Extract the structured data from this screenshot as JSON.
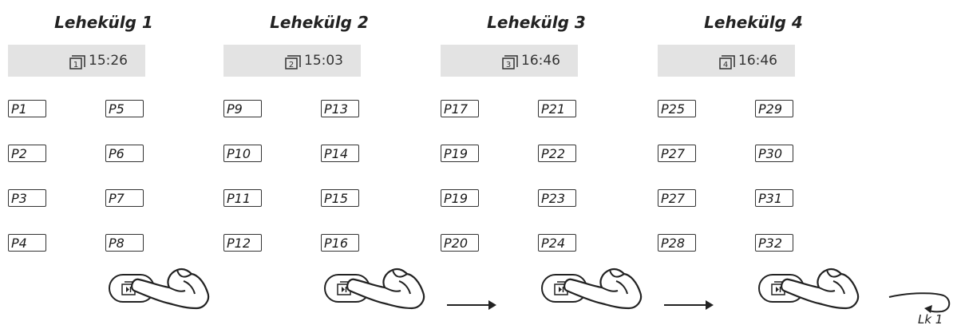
{
  "panels": [
    {
      "title": "Lehekülg 1",
      "page_icon_number": "1",
      "time": "15:26",
      "left_column": [
        "P1",
        "P2",
        "P3",
        "P4"
      ],
      "right_column": [
        "P5",
        "P6",
        "P7",
        "P8"
      ]
    },
    {
      "title": "Lehekülg 2",
      "page_icon_number": "2",
      "time": "15:03",
      "left_column": [
        "P9",
        "P10",
        "P11",
        "P12"
      ],
      "right_column": [
        "P13",
        "P14",
        "P15",
        "P16"
      ]
    },
    {
      "title": "Lehekülg 3",
      "page_icon_number": "3",
      "time": "16:46",
      "left_column": [
        "P17",
        "P19",
        "P19",
        "P20"
      ],
      "right_column": [
        "P21",
        "P22",
        "P23",
        "P24"
      ]
    },
    {
      "title": "Lehekülg 4",
      "page_icon_number": "4",
      "time": "16:46",
      "left_column": [
        "P25",
        "P27",
        "P27",
        "P28"
      ],
      "right_column": [
        "P29",
        "P30",
        "P31",
        "P32"
      ]
    }
  ],
  "loop_label": "Lk 1",
  "icons": {
    "page": "page-icon",
    "remote_button": "next-page-button-icon",
    "hand": "pressing-hand-icon",
    "arrow": "right-arrow-icon",
    "loop": "loop-back-arrow-icon"
  }
}
